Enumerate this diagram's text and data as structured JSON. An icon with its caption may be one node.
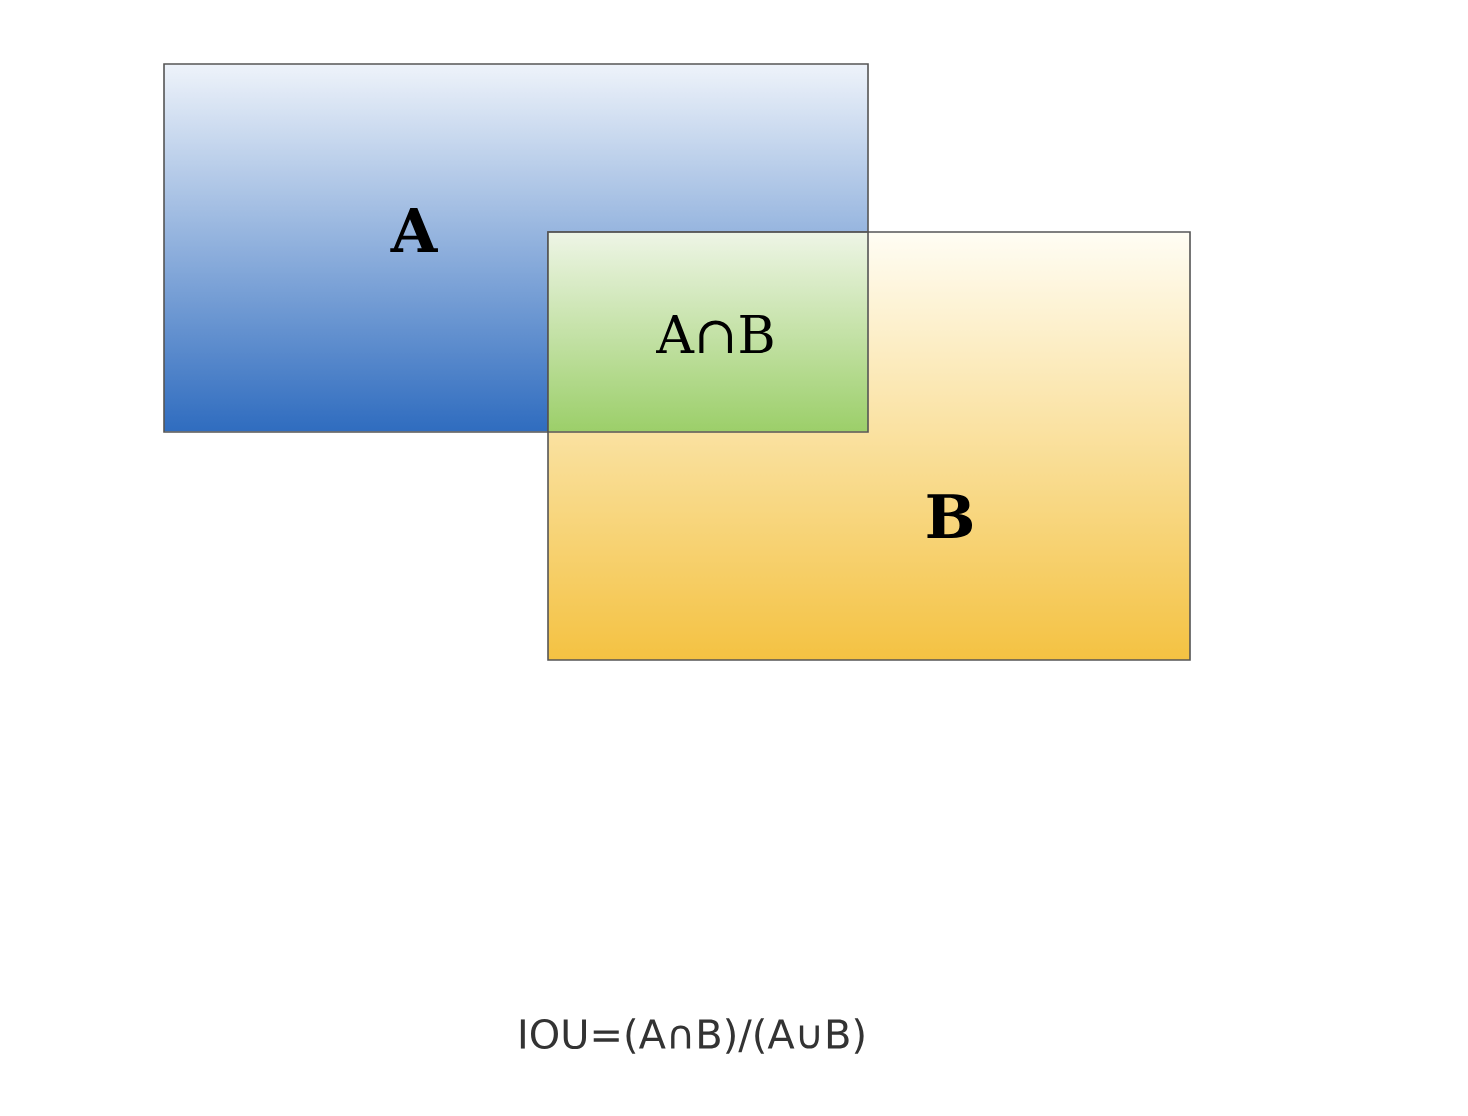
{
  "diagram": {
    "caption": "IOU=(A∩B)/(A∪B)",
    "nodes": [
      {
        "text": [
          "A"
        ]
      },
      {
        "text": [
          "B"
        ]
      },
      {
        "text": [
          "A∩B"
        ]
      }
    ]
  }
}
